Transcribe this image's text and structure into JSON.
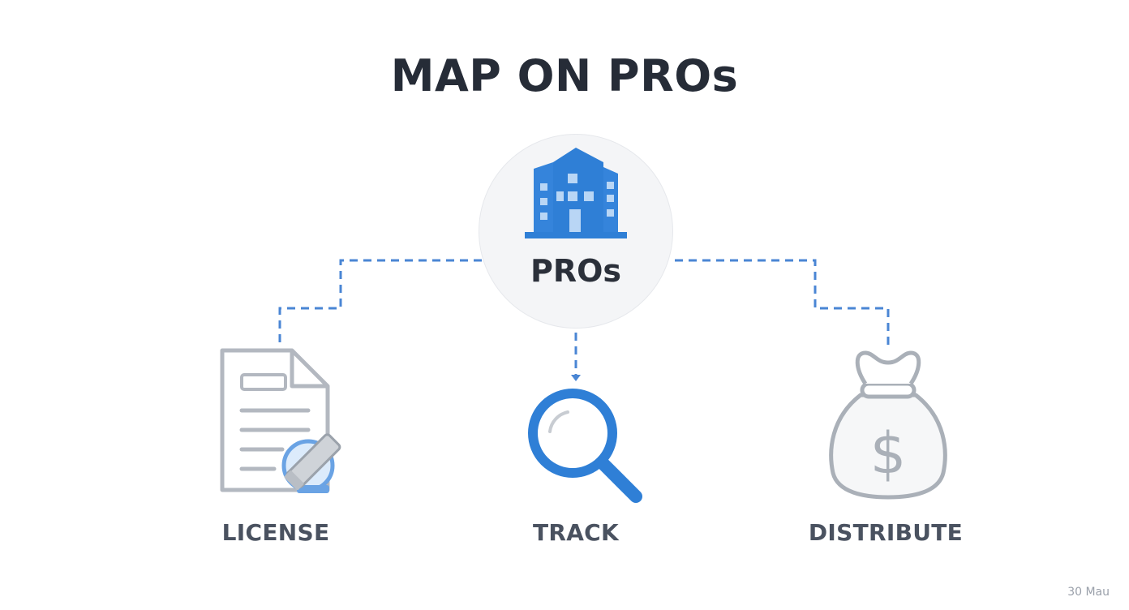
{
  "diagram": {
    "title": "MAP ON PROs",
    "hub": {
      "label": "PROs",
      "icon": "building-icon"
    },
    "nodes": [
      {
        "label": "LICENSE",
        "icon": "license-document-icon"
      },
      {
        "label": "TRACK",
        "icon": "magnifier-icon"
      },
      {
        "label": "DISTRIBUTE",
        "icon": "money-bag-icon"
      }
    ],
    "watermark": "30 Mau"
  },
  "colors": {
    "accent_blue": "#2f7fd6",
    "light_blue": "#9cc3ee",
    "gray_icon": "#a9afb8",
    "dashed_line": "#4a86d4",
    "title_text": "#262c37"
  }
}
